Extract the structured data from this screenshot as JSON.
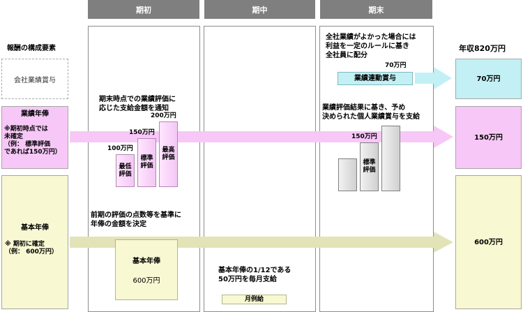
{
  "phases": {
    "early": "期初",
    "mid": "期中",
    "end": "期末"
  },
  "left": {
    "title": "報酬の構成要素",
    "company_bonus": "会社業績賞与",
    "perf_title": "業績年俸",
    "perf_note": "※期初時点では\n未確定\n（例：  標準評価\nであれば150万円）",
    "base_title": "基本年俸",
    "base_note": "※    期初に確定\n（例：  600万円）"
  },
  "right": {
    "title": "年収820万円",
    "bonus_value": "70万円",
    "perf_value": "150万円",
    "base_value": "600万円"
  },
  "early": {
    "perf_text": "期末時点での業績評価に\n応じた支給金額を通知",
    "bars": [
      {
        "label": "最低\n評価",
        "value": "100万円",
        "amount": 100
      },
      {
        "label": "標準\n評価",
        "value": "150万円",
        "amount": 150
      },
      {
        "label": "最高\n評価",
        "value": "200万円",
        "amount": 200
      }
    ],
    "base_text": "前期の評価の点数等を基準に\n年俸の金額を決定",
    "base_box_title": "基本年俸",
    "base_box_value": "600万円"
  },
  "mid": {
    "text": "基本年俸の1/12である\n50万円を毎月支給",
    "monthly": "月例給"
  },
  "end": {
    "company_text": "全社業績がよかった場合には\n利益を一定のルールに基き\n全社員に配分",
    "company_value": "70万円",
    "company_box": "業績連動賞与",
    "perf_text": "業績評価結果に基き、予め\n決められた個人業績賞与を支給",
    "bars": [
      {
        "label": "",
        "value": "",
        "amount": 100
      },
      {
        "label": "標準\n評価",
        "value": "150万円",
        "amount": 150
      },
      {
        "label": "",
        "value": "",
        "amount": 200
      }
    ]
  },
  "colors": {
    "teal": "#c3f0f5",
    "pink": "#f7c8f7",
    "yellow": "#f8f8d2",
    "olive": "#e3e3b8"
  }
}
